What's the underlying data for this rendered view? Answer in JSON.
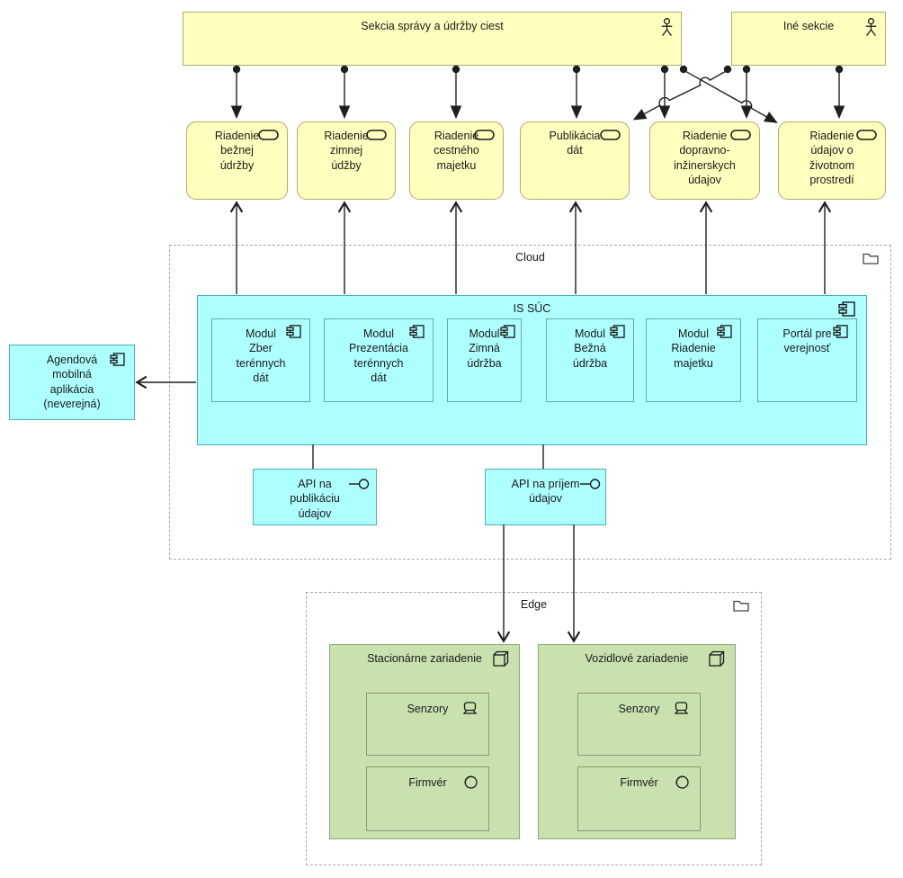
{
  "diagram": {
    "actors": [
      {
        "label": "Sekcia správy a údržby ciest",
        "icon": "actor-icon"
      },
      {
        "label": "Iné sekcie",
        "icon": "actor-icon"
      }
    ],
    "services": [
      {
        "label": "Riadenie\nbežnej\núdržby"
      },
      {
        "label": "Riadenie\nzimnej\núdžby"
      },
      {
        "label": "Riadenie\ncestného\nmajetku"
      },
      {
        "label": "Publikácia\ndát"
      },
      {
        "label": "Riadenie\ndopravno-\ninžinerskych\núdajov"
      },
      {
        "label": "Riadenie\núdajov o\nživotnom\nprostredí"
      }
    ],
    "cloud_group": {
      "label": "Cloud",
      "icon": "folder-icon",
      "application": {
        "label": "IS SÚC",
        "icon": "component-icon",
        "modules": [
          {
            "label": "Modul\nZber\nterénnych\ndát"
          },
          {
            "label": "Modul\nPrezentácia\nterénnych\ndát"
          },
          {
            "label": "Modul\nZimná\núdržba"
          },
          {
            "label": "Modul\nBežná\núdržba"
          },
          {
            "label": "Modul\nRiadenie\nmajetku"
          },
          {
            "label": "Portál pre\nverejnosť"
          }
        ]
      },
      "interfaces": [
        {
          "label": "API na\npublikáciu\núdajov",
          "icon": "interface-icon"
        },
        {
          "label": "API na príjem\núdajov",
          "icon": "interface-icon"
        }
      ]
    },
    "mobile_app": {
      "label": "Agendová\nmobilná\naplikácia\n(neverejná)",
      "icon": "component-icon"
    },
    "edge_group": {
      "label": "Edge",
      "icon": "folder-icon",
      "nodes": [
        {
          "label": "Stacionárne zariadenie",
          "icon": "node-icon",
          "components": [
            {
              "label": "Senzory",
              "icon": "device-icon"
            },
            {
              "label": "Firmvér",
              "icon": "system-software-icon"
            }
          ]
        },
        {
          "label": "Vozidlové zariadenie",
          "icon": "node-icon",
          "components": [
            {
              "label": "Senzory",
              "icon": "device-icon"
            },
            {
              "label": "Firmvér",
              "icon": "system-software-icon"
            }
          ]
        }
      ]
    },
    "colors": {
      "business_fill": "#FFFFBE",
      "business_border": "#AEAD69",
      "application_fill": "#AEFFFF",
      "application_border": "#4FAFAF",
      "technology_fill": "#C9E1AF",
      "technology_border": "#90A774",
      "connector": "#1F1F1F",
      "group_border": "#A8A8A8"
    }
  }
}
